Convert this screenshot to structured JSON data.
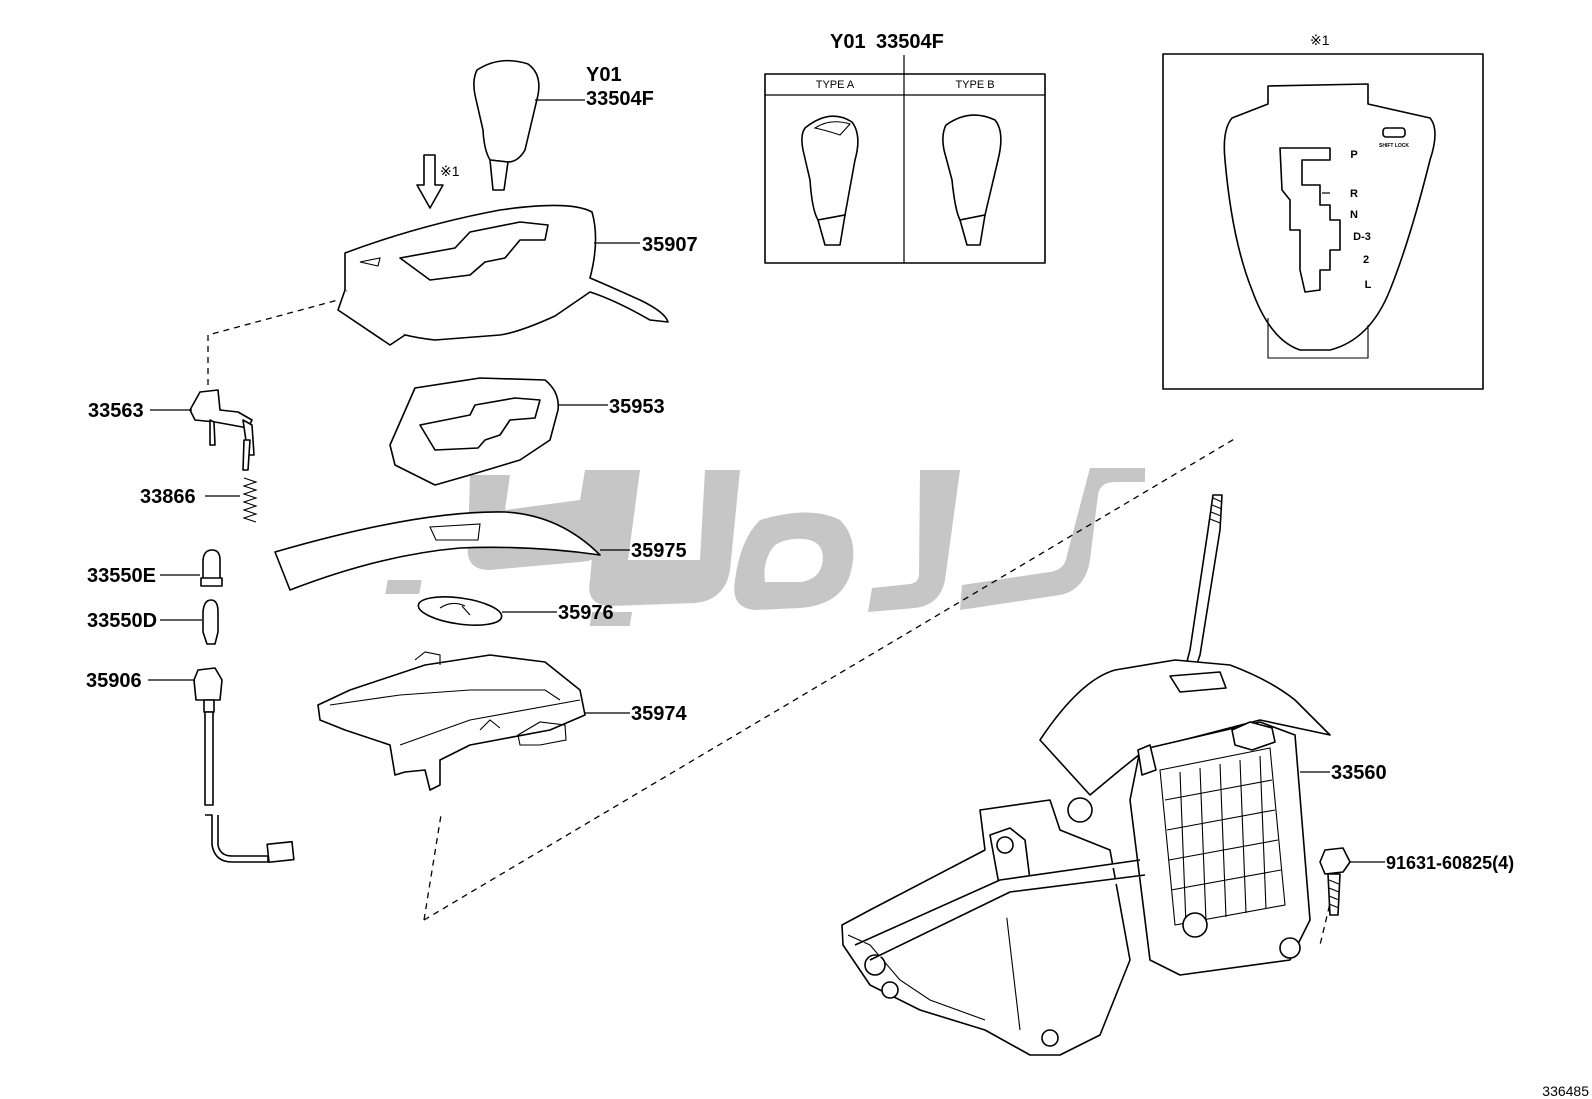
{
  "title_variant": {
    "code": "Y01",
    "part": "33504F",
    "type_a": "TYPE A",
    "type_b": "TYPE B"
  },
  "note_mark": "※1",
  "shift_gate": {
    "positions": [
      "P",
      "R",
      "N",
      "D-3",
      "2",
      "L"
    ],
    "shift_lock_label": "SHIFT LOCK"
  },
  "callouts": {
    "knob_code": "Y01",
    "knob_part": "33504F",
    "housing_top": "35907",
    "indicator_plate": "35953",
    "slide_cover": "35975",
    "slide_cover_small": "35976",
    "position_indicator_housing": "35974",
    "shift_lock_switch": "33563",
    "spring": "33866",
    "bulb_e": "33550E",
    "bulb_d": "33550D",
    "socket_wire": "35906",
    "shift_lever_assy": "33560",
    "bolt": "91631-60825(4)"
  },
  "diagram_id": "336485"
}
